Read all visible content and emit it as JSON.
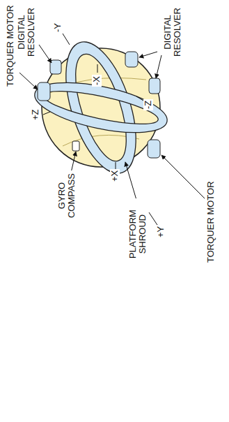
{
  "diagram": {
    "labels": [
      "TORQUER MOTOR",
      "DIGITAL RESOLVER",
      "-Y",
      "-X",
      "DIGITAL RESOLVER",
      "-Z",
      "+Z",
      "GYRO COMPASS",
      "+X",
      "PLATFORM SHROUD",
      "+Y",
      "TORQUER MOTOR"
    ]
  }
}
